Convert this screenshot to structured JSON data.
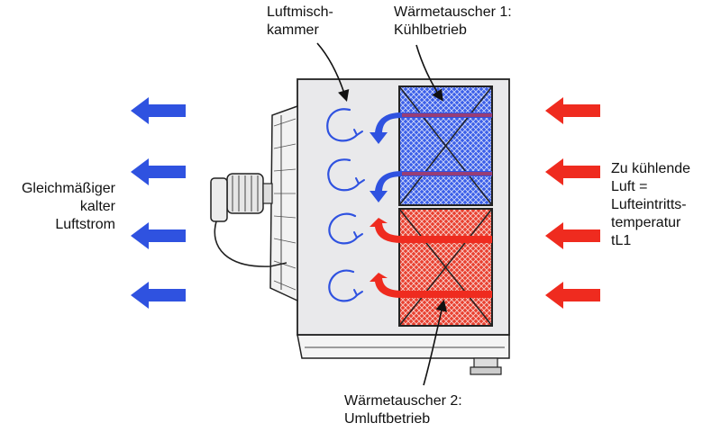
{
  "labels": {
    "mixing_chamber": [
      "Luftmisch-",
      "kammer"
    ],
    "exchanger1": [
      "Wärmetauscher 1:",
      "Kühlbetrieb"
    ],
    "exchanger2": [
      "Wärmetauscher 2:",
      "Umluftbetrieb"
    ],
    "outlet": [
      "Gleichmäßiger",
      "kalter",
      "Luftstrom"
    ],
    "inlet": [
      "Zu kühlende",
      "Luft =",
      "Lufteintritts-",
      "temperatur",
      "tL1"
    ]
  },
  "colors": {
    "cold_arrow": "#2f52e0",
    "warm_arrow": "#ef2b1f",
    "exchanger1_fill": "#3b5fe8",
    "exchanger2_fill": "#e8402f",
    "housing": "#e9e9eb",
    "outline": "#222222"
  },
  "icons": [
    "blue-arrow-left-icon",
    "red-arrow-left-icon",
    "swirl-icon",
    "fan-motor-icon"
  ]
}
